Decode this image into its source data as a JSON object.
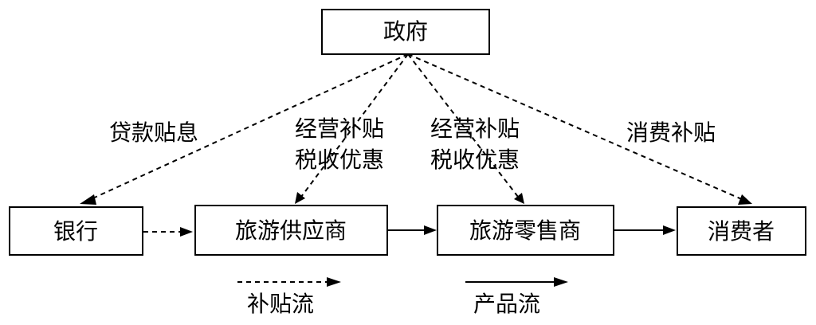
{
  "nodes": {
    "government": "政府",
    "bank": "银行",
    "supplier": "旅游供应商",
    "retailer": "旅游零售商",
    "consumer": "消费者"
  },
  "edge_labels": {
    "bank": "贷款贴息",
    "supplier_line1": "经营补贴",
    "supplier_line2": "税收优惠",
    "retailer_line1": "经营补贴",
    "retailer_line2": "税收优惠",
    "consumer": "消费补贴"
  },
  "legend": {
    "subsidy_flow": "补贴流",
    "product_flow": "产品流"
  }
}
